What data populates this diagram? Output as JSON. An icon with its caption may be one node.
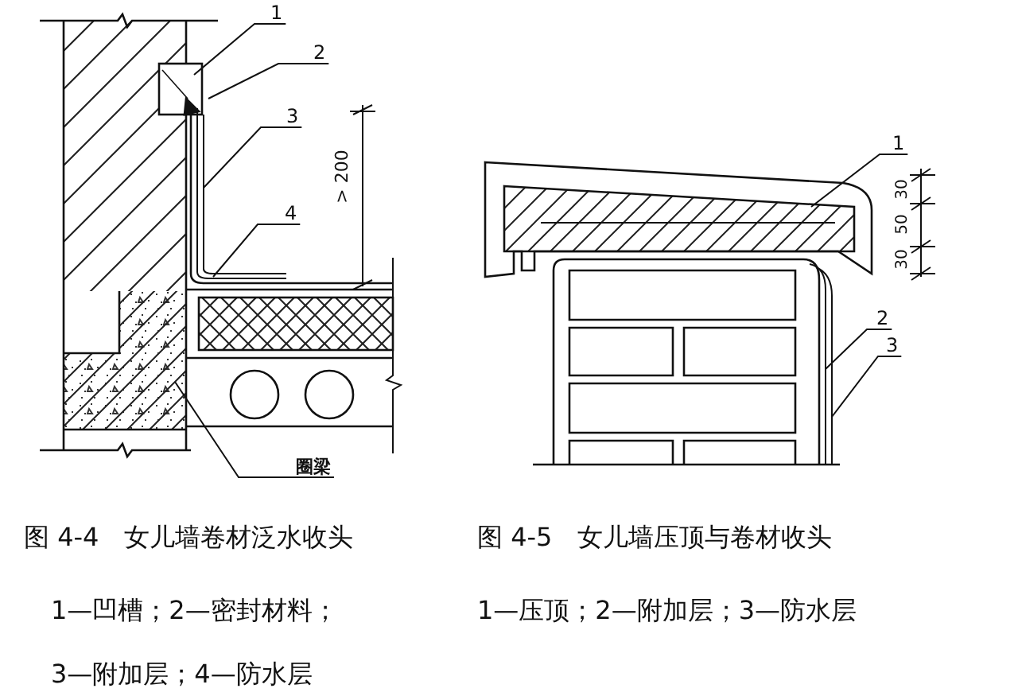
{
  "diagram": {
    "nodes": [
      {
        "text": [
          "1"
        ]
      },
      {
        "text": [
          "2"
        ]
      },
      {
        "text": [
          "3"
        ]
      },
      {
        "text": [
          "4"
        ]
      },
      {
        "text": [
          "圈梁"
        ]
      },
      {
        "text": [
          "1"
        ]
      },
      {
        "text": [
          "2"
        ]
      },
      {
        "text": [
          "3"
        ]
      }
    ],
    "edges": [
      {
        "from": 0,
        "to": null,
        "arrow": "none"
      },
      {
        "from": 1,
        "to": null,
        "arrow": "none"
      },
      {
        "from": 2,
        "to": null,
        "arrow": "none"
      },
      {
        "from": 3,
        "to": null,
        "arrow": "none"
      },
      {
        "from": 4,
        "to": null,
        "arrow": "none"
      },
      {
        "from": 5,
        "to": null,
        "arrow": "none"
      },
      {
        "from": 6,
        "to": null,
        "arrow": "none"
      },
      {
        "from": 7,
        "to": null,
        "arrow": "none"
      }
    ],
    "labels": [
      "> 200",
      "30",
      "50",
      "30",
      "图 4-4　女儿墙卷材泛水收头",
      "1—凹槽；2—密封材料；",
      "3—附加层；4—防水层",
      "图 4-5　女儿墙压顶与卷材收头",
      "1—压顶；2—附加层；3—防水层"
    ]
  }
}
